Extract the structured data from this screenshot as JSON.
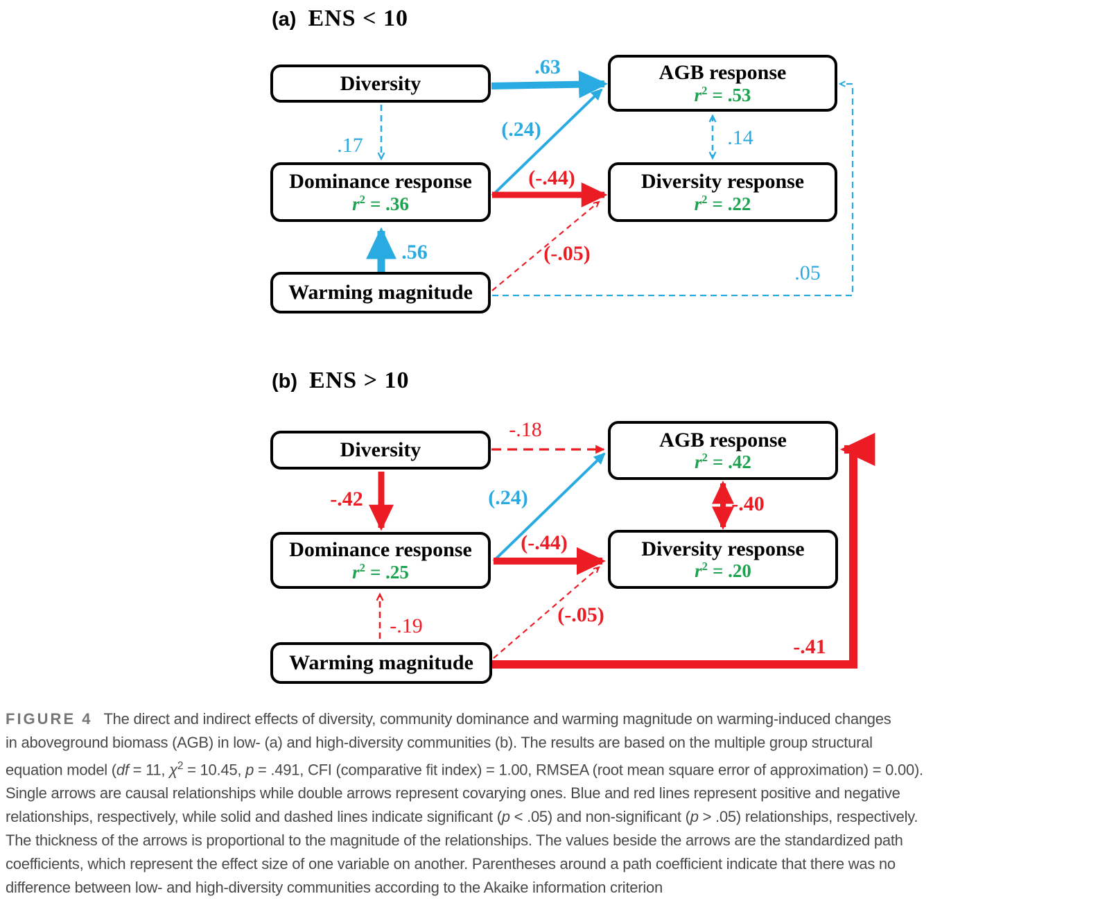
{
  "figure": {
    "colors": {
      "positive_blue": "#29ABE2",
      "negative_red": "#EC1C24",
      "r_squared_green": "#1CA350",
      "caption_text_gray": "#484848",
      "figure_label_gray": "#757575",
      "box_border_black": "#000000"
    },
    "panel_a": {
      "label": "(a)",
      "title": "ENS < 10",
      "boxes": {
        "diversity": "Diversity",
        "agb": "AGB response",
        "agb_r2": {
          "sym": "r",
          "exp": "2",
          "val": "= .53"
        },
        "dominance": "Dominance response",
        "dominance_r2": {
          "sym": "r",
          "exp": "2",
          "val": "= .36"
        },
        "diversity_response": "Diversity response",
        "diversity_response_r2": {
          "sym": "r",
          "exp": "2",
          "val": "= .22"
        },
        "warming": "Warming magnitude"
      },
      "coefficients": {
        "diversity_to_agb": ".63",
        "diversity_to_dominance": ".17",
        "dominance_to_agb": "(.24)",
        "dominance_to_diversity_response": "(-.44)",
        "warming_to_dominance": ".56",
        "warming_to_diversity_response": "(-.05)",
        "warming_to_agb": ".05",
        "agb_diversity_response_covariance": ".14"
      }
    },
    "panel_b": {
      "label": "(b)",
      "title": "ENS > 10",
      "boxes": {
        "diversity": "Diversity",
        "agb": "AGB response",
        "agb_r2": {
          "sym": "r",
          "exp": "2",
          "val": "= .42"
        },
        "dominance": "Dominance response",
        "dominance_r2": {
          "sym": "r",
          "exp": "2",
          "val": "= .25"
        },
        "diversity_response": "Diversity response",
        "diversity_response_r2": {
          "sym": "r",
          "exp": "2",
          "val": "= .20"
        },
        "warming": "Warming magnitude"
      },
      "coefficients": {
        "diversity_to_agb": "-.18",
        "diversity_to_dominance": "-.42",
        "dominance_to_agb": "(.24)",
        "dominance_to_diversity_response": "(-.44)",
        "warming_to_dominance": "-.19",
        "warming_to_diversity_response": "(-.05)",
        "warming_to_agb": "-.41",
        "agb_diversity_response_covariance": "-.40"
      }
    },
    "caption": {
      "lines": [
        [
          {
            "t": "FIGURE 4",
            "s": "fig"
          },
          {
            "t": "The direct and indirect effects of diversity, community dominance and warming magnitude on warming-induced changes"
          }
        ],
        [
          {
            "t": "in aboveground biomass (AGB) in low- (a) and high-diversity communities (b). The results are based on the multiple group structural"
          }
        ],
        [
          {
            "t": "equation model ("
          },
          {
            "t": "df",
            "s": "i"
          },
          {
            "t": " = 11, "
          },
          {
            "t": "χ",
            "s": "i"
          },
          {
            "t": "2",
            "s": "sup"
          },
          {
            "t": " = 10.45, "
          },
          {
            "t": "p",
            "s": "i"
          },
          {
            "t": " = .491, CFI (comparative fit index) = 1.00, RMSEA (root mean square error of approximation) = 0.00)."
          }
        ],
        [
          {
            "t": "Single arrows are causal relationships while double arrows represent covarying ones. Blue and red lines represent positive and negative"
          }
        ],
        [
          {
            "t": "relationships, respectively, while solid and dashed lines indicate significant ("
          },
          {
            "t": "p",
            "s": "i"
          },
          {
            "t": " < .05) and non-significant ("
          },
          {
            "t": "p",
            "s": "i"
          },
          {
            "t": " > .05) relationships, respectively."
          }
        ],
        [
          {
            "t": "The thickness of the arrows is proportional to the magnitude of the relationships. The values beside the arrows are the standardized path"
          }
        ],
        [
          {
            "t": "coefficients, which represent the effect size of one variable on another. Parentheses around a path coefficient indicate that there was no"
          }
        ],
        [
          {
            "t": "difference between low- and high-diversity communities according to the Akaike information criterion"
          }
        ]
      ]
    }
  }
}
